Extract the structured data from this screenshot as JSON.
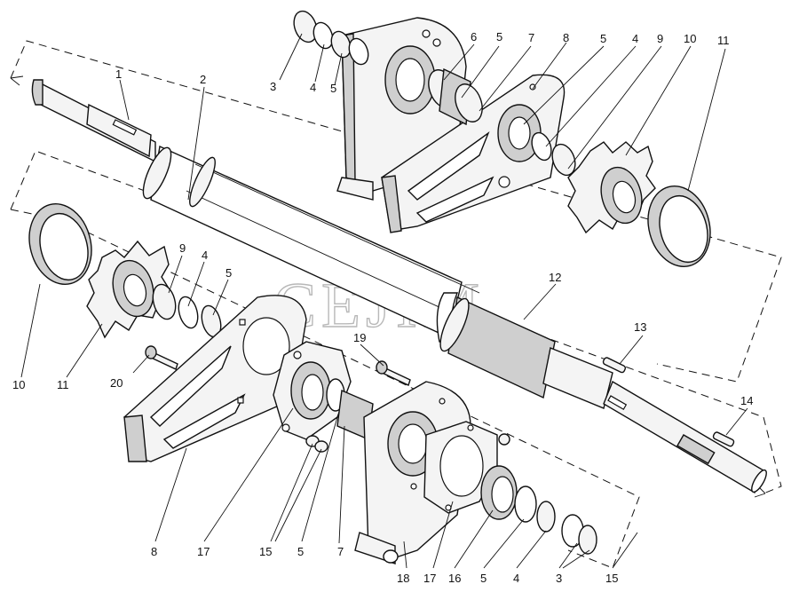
{
  "diagram": {
    "watermark": "CEJIM",
    "callouts": [
      {
        "id": "c3a",
        "text": "3"
      },
      {
        "id": "c4a",
        "text": "4"
      },
      {
        "id": "c5a",
        "text": "5"
      },
      {
        "id": "c6",
        "text": "6"
      },
      {
        "id": "c5b",
        "text": "5"
      },
      {
        "id": "c7a",
        "text": "7"
      },
      {
        "id": "c8a",
        "text": "8"
      },
      {
        "id": "c5c",
        "text": "5"
      },
      {
        "id": "c4b",
        "text": "4"
      },
      {
        "id": "c9a",
        "text": "9"
      },
      {
        "id": "c10a",
        "text": "10"
      },
      {
        "id": "c11a",
        "text": "11"
      },
      {
        "id": "c1",
        "text": "1"
      },
      {
        "id": "c2",
        "text": "2"
      },
      {
        "id": "c9b",
        "text": "9"
      },
      {
        "id": "c4c",
        "text": "4"
      },
      {
        "id": "c5d",
        "text": "5"
      },
      {
        "id": "c12",
        "text": "12"
      },
      {
        "id": "c13",
        "text": "13"
      },
      {
        "id": "c19",
        "text": "19"
      },
      {
        "id": "c10b",
        "text": "10"
      },
      {
        "id": "c11b",
        "text": "11"
      },
      {
        "id": "c20",
        "text": "20"
      },
      {
        "id": "c14",
        "text": "14"
      },
      {
        "id": "c8b",
        "text": "8"
      },
      {
        "id": "c17a",
        "text": "17"
      },
      {
        "id": "c15a",
        "text": "15"
      },
      {
        "id": "c5e",
        "text": "5"
      },
      {
        "id": "c7b",
        "text": "7"
      },
      {
        "id": "c18",
        "text": "18"
      },
      {
        "id": "c17b",
        "text": "17"
      },
      {
        "id": "c16",
        "text": "16"
      },
      {
        "id": "c5f",
        "text": "5"
      },
      {
        "id": "c4d",
        "text": "4"
      },
      {
        "id": "c3b",
        "text": "3"
      },
      {
        "id": "c15b",
        "text": "15"
      }
    ]
  }
}
